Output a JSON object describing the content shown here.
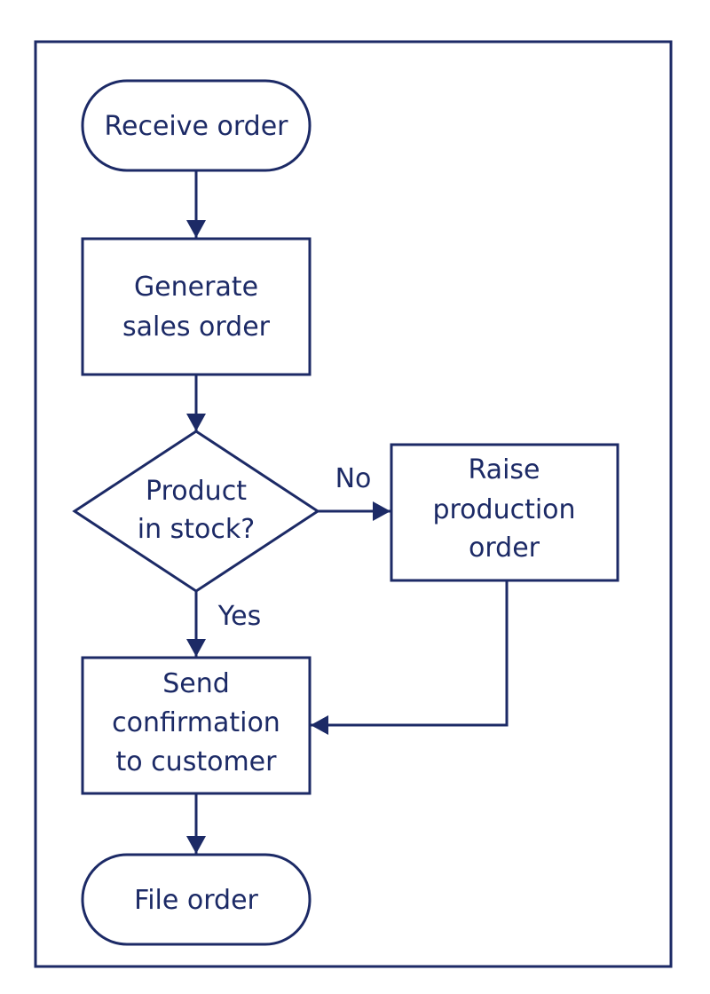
{
  "colors": {
    "line": "#1c2a66",
    "text": "#1c2a66",
    "background": "#ffffff"
  },
  "nodes": {
    "receive_order": {
      "line1": "Receive order"
    },
    "generate_sales_order": {
      "line1": "Generate",
      "line2": "sales order"
    },
    "product_in_stock": {
      "line1": "Product",
      "line2": "in stock?"
    },
    "raise_production_order": {
      "line1": "Raise",
      "line2": "production",
      "line3": "order"
    },
    "send_confirmation": {
      "line1": "Send",
      "line2": "confirmation",
      "line3": "to customer"
    },
    "file_order": {
      "line1": "File order"
    }
  },
  "edges": {
    "no_label": "No",
    "yes_label": "Yes"
  }
}
